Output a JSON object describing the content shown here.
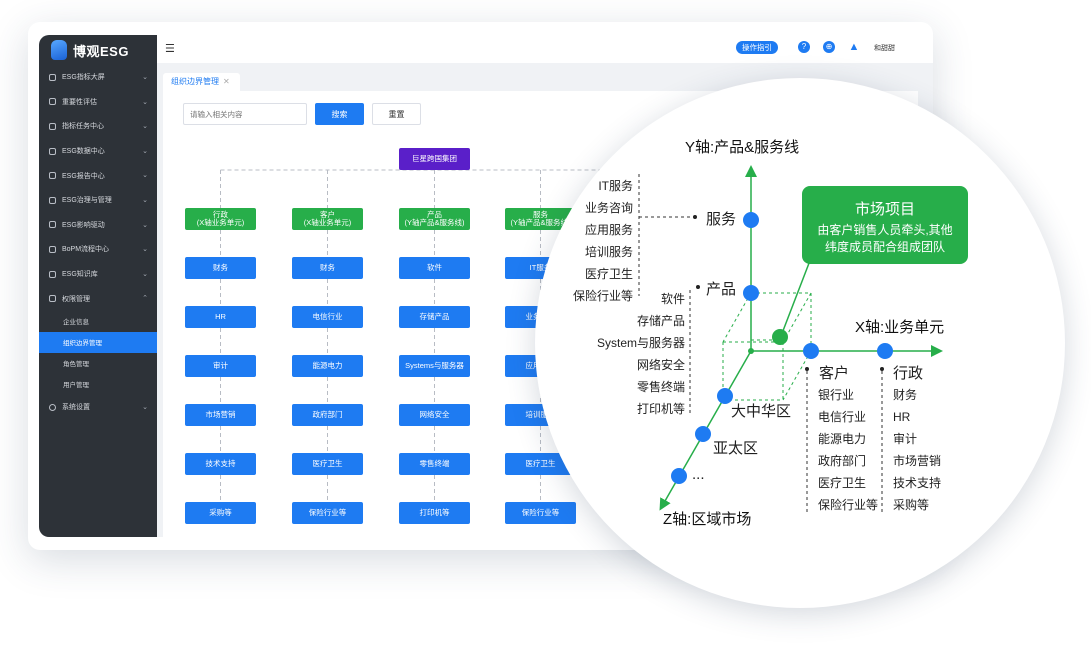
{
  "app": {
    "brand": "博观ESG"
  },
  "sidebar": {
    "items": [
      {
        "label": "ESG指标大屏",
        "icon": "dashboard-icon"
      },
      {
        "label": "重要性评估",
        "icon": "grid-icon"
      },
      {
        "label": "指标任务中心",
        "icon": "task-icon"
      },
      {
        "label": "ESG数据中心",
        "icon": "data-icon"
      },
      {
        "label": "ESG报告中心",
        "icon": "report-icon"
      },
      {
        "label": "ESG治理与管理",
        "icon": "governance-icon"
      },
      {
        "label": "ESG影响驱动",
        "icon": "impact-icon"
      },
      {
        "label": "BoPM流程中心",
        "icon": "process-icon"
      },
      {
        "label": "ESG知识库",
        "icon": "book-icon"
      },
      {
        "label": "权限管理",
        "icon": "lock-icon"
      }
    ],
    "sub_items": [
      "企业信息",
      "组织边界管理",
      "角色管理",
      "用户管理"
    ],
    "last_item": {
      "label": "系统设置",
      "icon": "gear-icon"
    }
  },
  "topbar": {
    "guide": "操作指引",
    "user": "和甜甜"
  },
  "tab": {
    "label": "组织边界管理"
  },
  "search": {
    "placeholder": "请输入相关内容",
    "search_label": "搜索",
    "reset_label": "重置"
  },
  "org": {
    "root": "巨星跨国集团",
    "columns": [
      {
        "head": [
          "行政",
          "(X轴业务单元)"
        ],
        "items": [
          "财务",
          "HR",
          "审计",
          "市场营销",
          "技术支持",
          "采购等"
        ]
      },
      {
        "head": [
          "客户",
          "(X轴业务单元)"
        ],
        "items": [
          "财务",
          "电信行业",
          "能源电力",
          "政府部门",
          "医疗卫生",
          "保险行业等"
        ]
      },
      {
        "head": [
          "产品",
          "(Y轴产品&服务线)"
        ],
        "items": [
          "软件",
          "存储产品",
          "Systems与服务器",
          "网络安全",
          "零售终端",
          "打印机等"
        ]
      },
      {
        "head": [
          "服务",
          "(Y轴产品&服务线)"
        ],
        "items": [
          "IT服务",
          "业务咨询",
          "应用服务",
          "培训服务",
          "医疗卫生",
          "保险行业等"
        ]
      }
    ]
  },
  "diagram": {
    "y_axis": "Y轴:产品&服务线",
    "x_axis": "X轴:业务单元",
    "z_axis": "Z轴:区域市场",
    "service_label": "服务",
    "product_label": "产品",
    "customer_label": "客户",
    "admin_label": "行政",
    "region1": "大中华区",
    "region2": "亚太区",
    "region_more": "...",
    "service_list": [
      "IT服务",
      "业务咨询",
      "应用服务",
      "培训服务",
      "医疗卫生",
      "保险行业等"
    ],
    "product_list": [
      "软件",
      "存储产品",
      "System与服务器",
      "网络安全",
      "零售终端",
      "打印机等"
    ],
    "customer_list": [
      "银行业",
      "电信行业",
      "能源电力",
      "政府部门",
      "医疗卫生",
      "保险行业等"
    ],
    "admin_list": [
      "财务",
      "HR",
      "审计",
      "市场营销",
      "技术支持",
      "采购等"
    ],
    "callout_title": "市场项目",
    "callout_line1": "由客户销售人员牵头,其他",
    "callout_line2": "纬度成员配合组成团队"
  },
  "colors": {
    "primary": "#1e7bf2",
    "green": "#27ae4a",
    "purple": "#5a1fc9",
    "sidebar": "#2d3238"
  }
}
